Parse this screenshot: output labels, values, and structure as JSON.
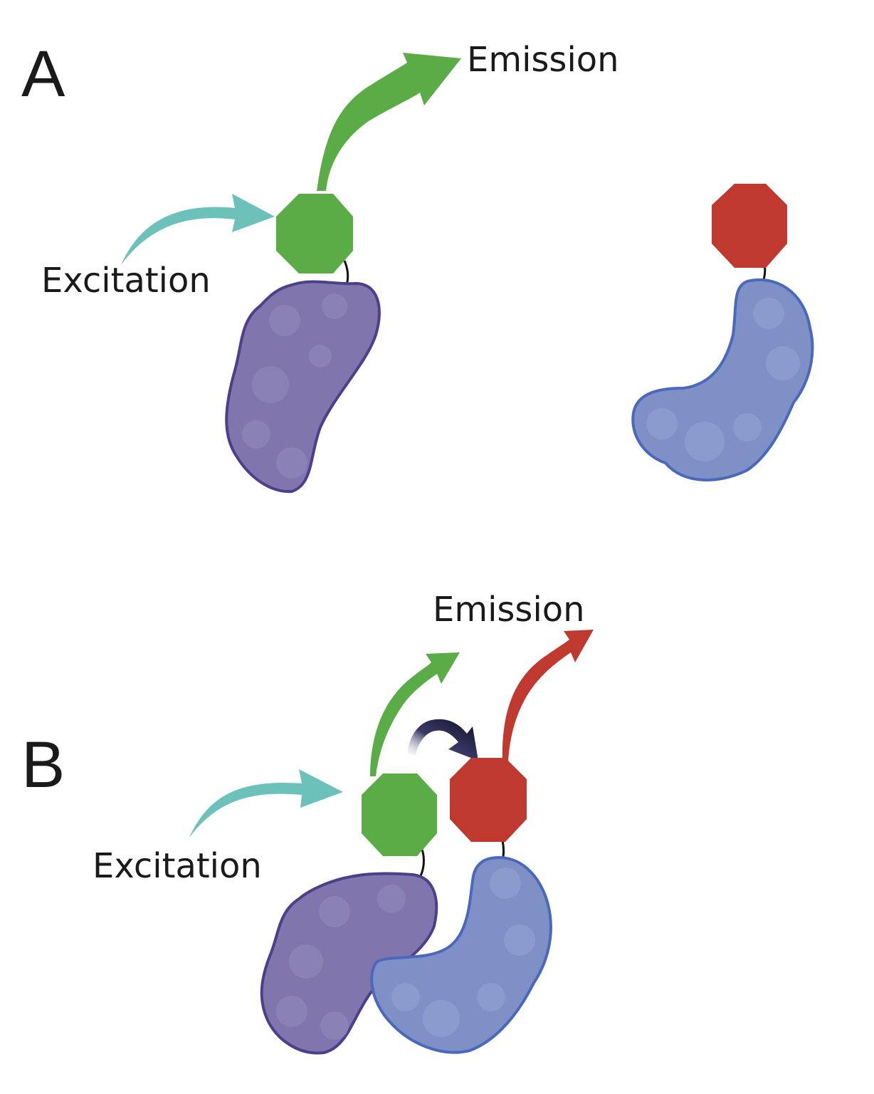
{
  "panels": {
    "a": {
      "letter": "A",
      "emission_label": "Emission",
      "excitation_label": "Excitation"
    },
    "b": {
      "letter": "B",
      "emission_label": "Emission",
      "excitation_label": "Excitation"
    }
  },
  "colors": {
    "donor_fluorophore": "#5aac47",
    "acceptor_fluorophore": "#c0392f",
    "excitation_arrow": "#6cc2bb",
    "donor_protein": "#8075ad",
    "donor_protein_outline": "#4e3f8a",
    "acceptor_protein": "#7f90c6",
    "acceptor_protein_outline": "#4a69bd",
    "energy_transfer_arrow": "#1b1b3a"
  },
  "icons": {
    "donor": "green-octagon",
    "acceptor": "red-octagon",
    "transfer": "curved-arrow"
  }
}
